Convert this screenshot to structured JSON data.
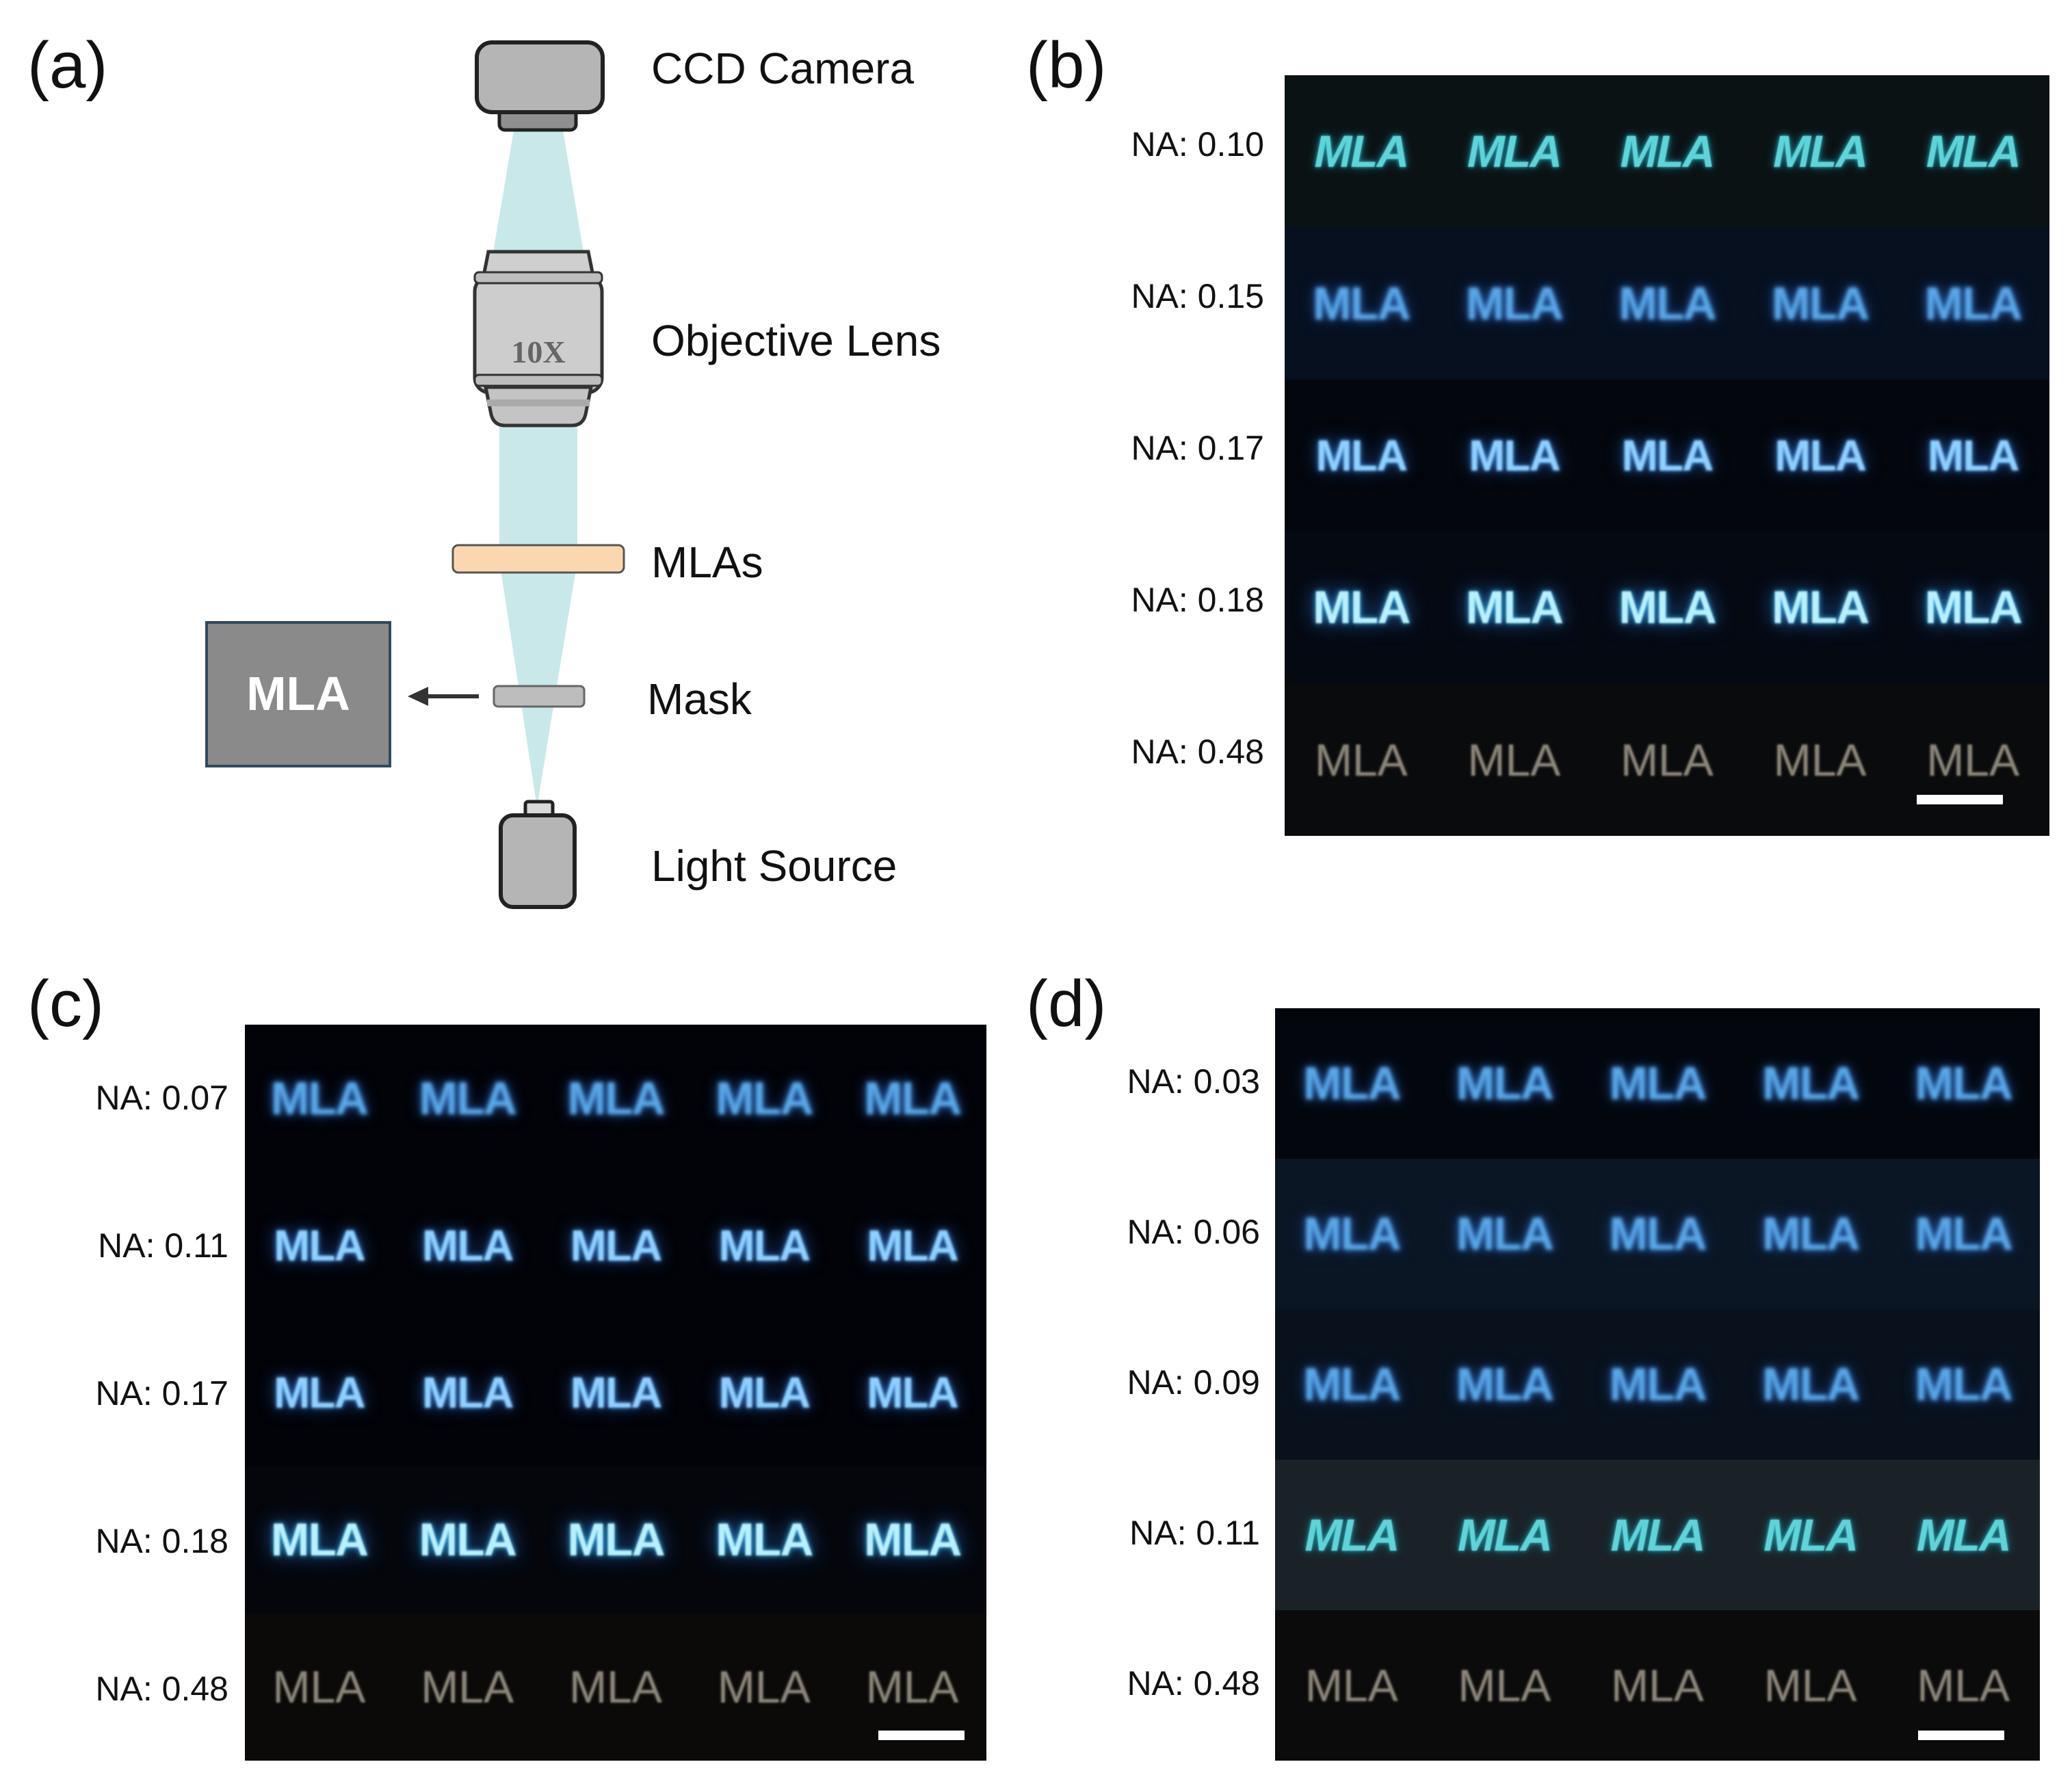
{
  "panels": {
    "a": {
      "letter": "(a)",
      "components": {
        "camera": "CCD Camera",
        "objective": "Objective Lens",
        "objective_mark": "10X",
        "mla_array": "MLAs",
        "mask": "Mask",
        "source": "Light Source",
        "mask_pattern": "MLA"
      }
    },
    "b": {
      "letter": "(b)",
      "rows": [
        {
          "na": "NA: 0.10",
          "tone": "cyan-sharp",
          "bg": "#0b1214"
        },
        {
          "na": "NA: 0.15",
          "tone": "blue-blur",
          "bg": "#06101f"
        },
        {
          "na": "NA: 0.17",
          "tone": "blue-glow",
          "bg": "#03060c"
        },
        {
          "na": "NA: 0.18",
          "tone": "cyan-glow",
          "bg": "#050912"
        },
        {
          "na": "NA: 0.48",
          "tone": "grey",
          "bg": "#0a0b0c"
        }
      ],
      "cell_text": "MLA",
      "columns": 5
    },
    "c": {
      "letter": "(c)",
      "rows": [
        {
          "na": "NA: 0.07",
          "tone": "blue-blur",
          "bg": "#020308"
        },
        {
          "na": "NA: 0.11",
          "tone": "blue-glow",
          "bg": "#020308"
        },
        {
          "na": "NA: 0.17",
          "tone": "blue-glow",
          "bg": "#020308"
        },
        {
          "na": "NA: 0.18",
          "tone": "cyan-glow",
          "bg": "#04060c"
        },
        {
          "na": "NA: 0.48",
          "tone": "grey",
          "bg": "#0b0a09"
        }
      ],
      "cell_text": "MLA",
      "columns": 5
    },
    "d": {
      "letter": "(d)",
      "rows": [
        {
          "na": "NA: 0.03",
          "tone": "blue-blur",
          "bg": "#03070d"
        },
        {
          "na": "NA: 0.06",
          "tone": "blue-blur",
          "bg": "#0a1624"
        },
        {
          "na": "NA: 0.09",
          "tone": "blue-blur",
          "bg": "#08111c"
        },
        {
          "na": "NA: 0.11",
          "tone": "cyan-sharp",
          "bg": "#1a2227"
        },
        {
          "na": "NA: 0.48",
          "tone": "grey",
          "bg": "#0b0b0b"
        }
      ],
      "cell_text": "MLA",
      "columns": 5
    }
  },
  "colors": {
    "beam": "#c9e8ea",
    "mla_plate": "#fbd7b0",
    "device_fill": "#b5b5b5",
    "mask_box": "#8a8a8a",
    "mask_box_border": "#2e4a5e"
  }
}
